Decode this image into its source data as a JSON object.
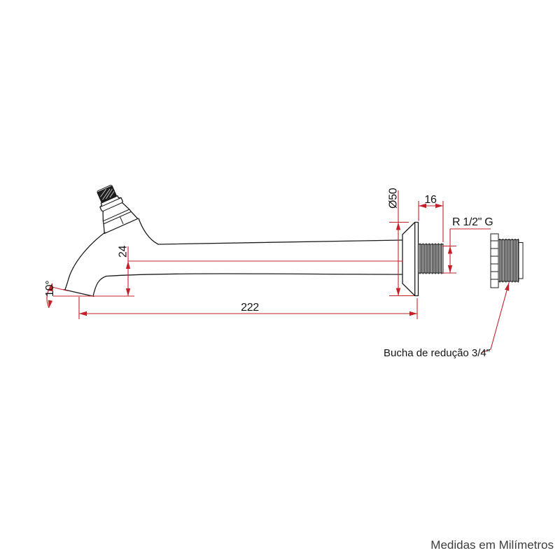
{
  "colors": {
    "dimension_red": "#c4202a",
    "outline_black": "#1c1c1c",
    "label_black": "#141414",
    "footer_gray": "#3d3d3d",
    "background": "#ffffff"
  },
  "labels": {
    "flange_diameter": "Ø50",
    "thread_length": "16",
    "thread_spec": "R 1/2\" G",
    "outlet_height": "24",
    "outlet_angle": "10°",
    "spout_length": "222",
    "bushing_note": "Bucha de redução 3/4\"",
    "units_note": "Medidas em Milímetros"
  }
}
